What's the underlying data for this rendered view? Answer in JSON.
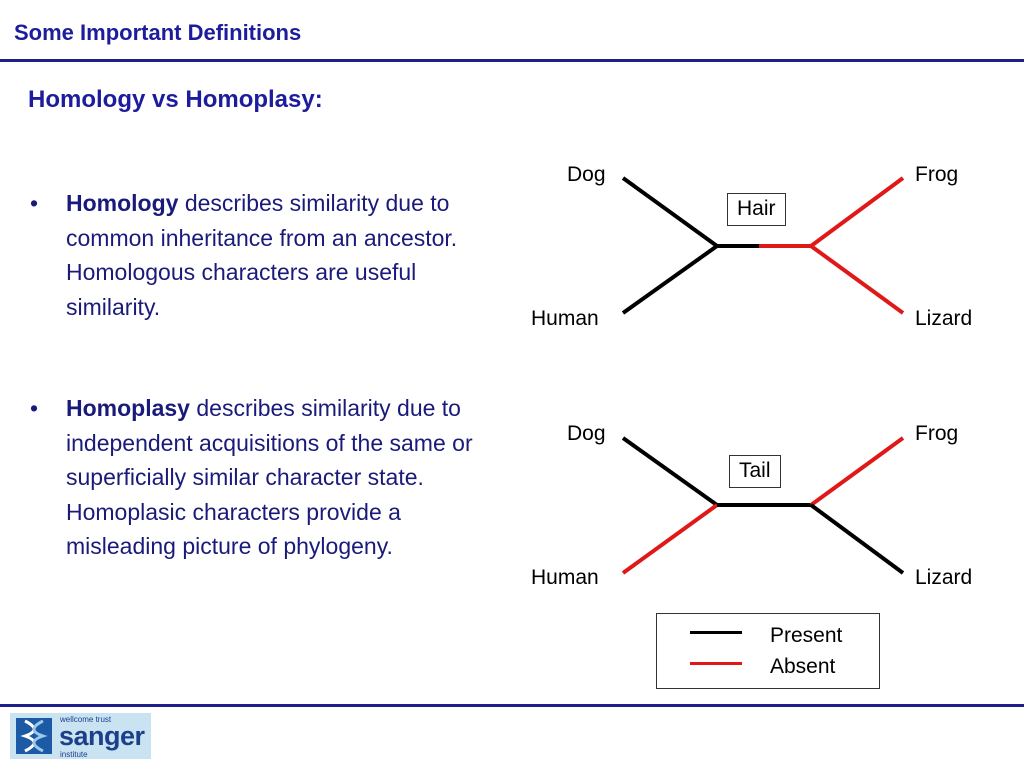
{
  "slide": {
    "title": "Some Important Definitions",
    "heading": "Homology vs Homoplasy:"
  },
  "bullets": [
    {
      "marker": "•",
      "term": "Homology",
      "text": " describes similarity due to common inheritance from an ancestor.  Homologous characters are useful similarity."
    },
    {
      "marker": "•",
      "term": "Homoplasy",
      "text": " describes similarity due to independent acquisitions of the same or superficially similar character state. Homoplasic characters provide a misleading picture of phylogeny."
    }
  ],
  "trees": [
    {
      "character": "Hair",
      "labels": {
        "top_left": "Dog",
        "bottom_left": "Human",
        "top_right": "Frog",
        "bottom_right": "Lizard"
      },
      "branch_states": {
        "dog": "present",
        "human": "present",
        "internal_left": "present",
        "internal_right": "absent",
        "frog": "absent",
        "lizard": "absent"
      }
    },
    {
      "character": "Tail",
      "labels": {
        "top_left": "Dog",
        "bottom_left": "Human",
        "top_right": "Frog",
        "bottom_right": "Lizard"
      },
      "branch_states": {
        "dog": "present",
        "human": "absent",
        "internal_left": "present",
        "internal_right": "present",
        "frog": "absent",
        "lizard": "present"
      }
    }
  ],
  "legend": {
    "present_label": "Present",
    "absent_label": "Absent"
  },
  "colors": {
    "title": "#1c1c9c",
    "body_text": "#1a1a7a",
    "rule": "#1f1f8a",
    "present": "#000000",
    "absent": "#e01818",
    "logo_bg": "#c9e3f3",
    "logo_text": "#1c3f8a"
  },
  "logo": {
    "line1": "wellcome trust",
    "line2": "sanger",
    "line3": "institute"
  }
}
